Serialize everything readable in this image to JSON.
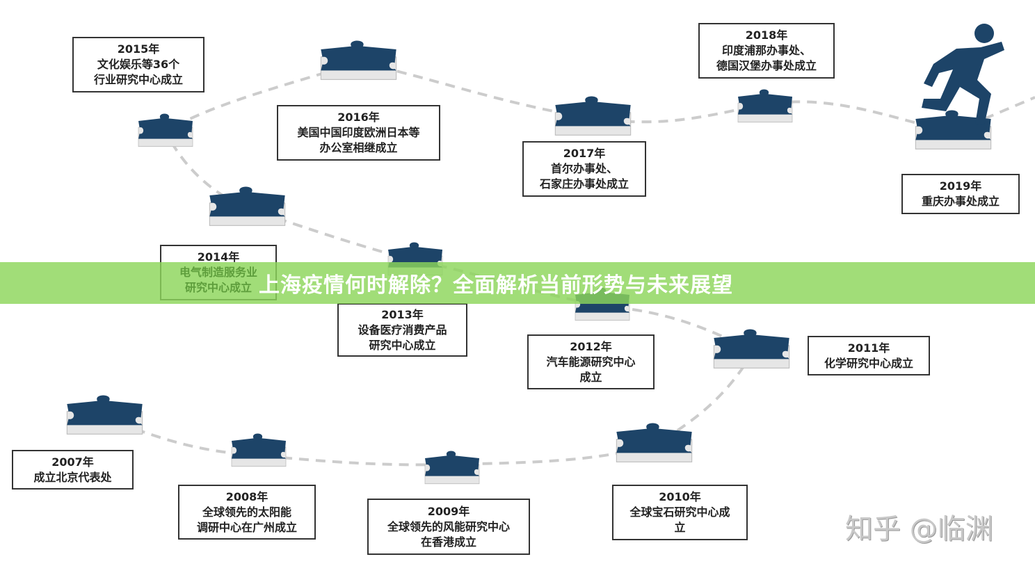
{
  "title_banner": "上海疫情何时解除？全面解析当前形势与未来展望",
  "watermark": "知乎 @临渊",
  "colors": {
    "puzzle": "#1d4468",
    "banner": "#8cd65a",
    "dash": "#cccccc"
  },
  "milestones": [
    {
      "year": "2007年",
      "lines": [
        "成立北京代表处"
      ]
    },
    {
      "year": "2008年",
      "lines": [
        "全球领先的太阳能",
        "调研中心在广州成立"
      ]
    },
    {
      "year": "2009年",
      "lines": [
        "全球领先的风能研究中心",
        "在香港成立"
      ]
    },
    {
      "year": "2010年",
      "lines": [
        "全球宝石研究中心成",
        "立"
      ]
    },
    {
      "year": "2011年",
      "lines": [
        "化学研究中心成立"
      ]
    },
    {
      "year": "2012年",
      "lines": [
        "汽车能源研究中心",
        "成立"
      ]
    },
    {
      "year": "2013年",
      "lines": [
        "设备医疗消费产品",
        "研究中心成立"
      ]
    },
    {
      "year": "2014年",
      "lines": [
        "电气制造服务业",
        "研究中心成立"
      ]
    },
    {
      "year": "2015年",
      "lines": [
        "文化娱乐等36个",
        "行业研究中心成立"
      ]
    },
    {
      "year": "2016年",
      "lines": [
        "美国中国印度欧洲日本等",
        "办公室相继成立"
      ]
    },
    {
      "year": "2017年",
      "lines": [
        "首尔办事处、",
        "石家庄办事处成立"
      ]
    },
    {
      "year": "2018年",
      "lines": [
        "印度浦那办事处、",
        "德国汉堡办事处成立"
      ]
    },
    {
      "year": "2019年",
      "lines": [
        "重庆办事处成立"
      ]
    }
  ]
}
